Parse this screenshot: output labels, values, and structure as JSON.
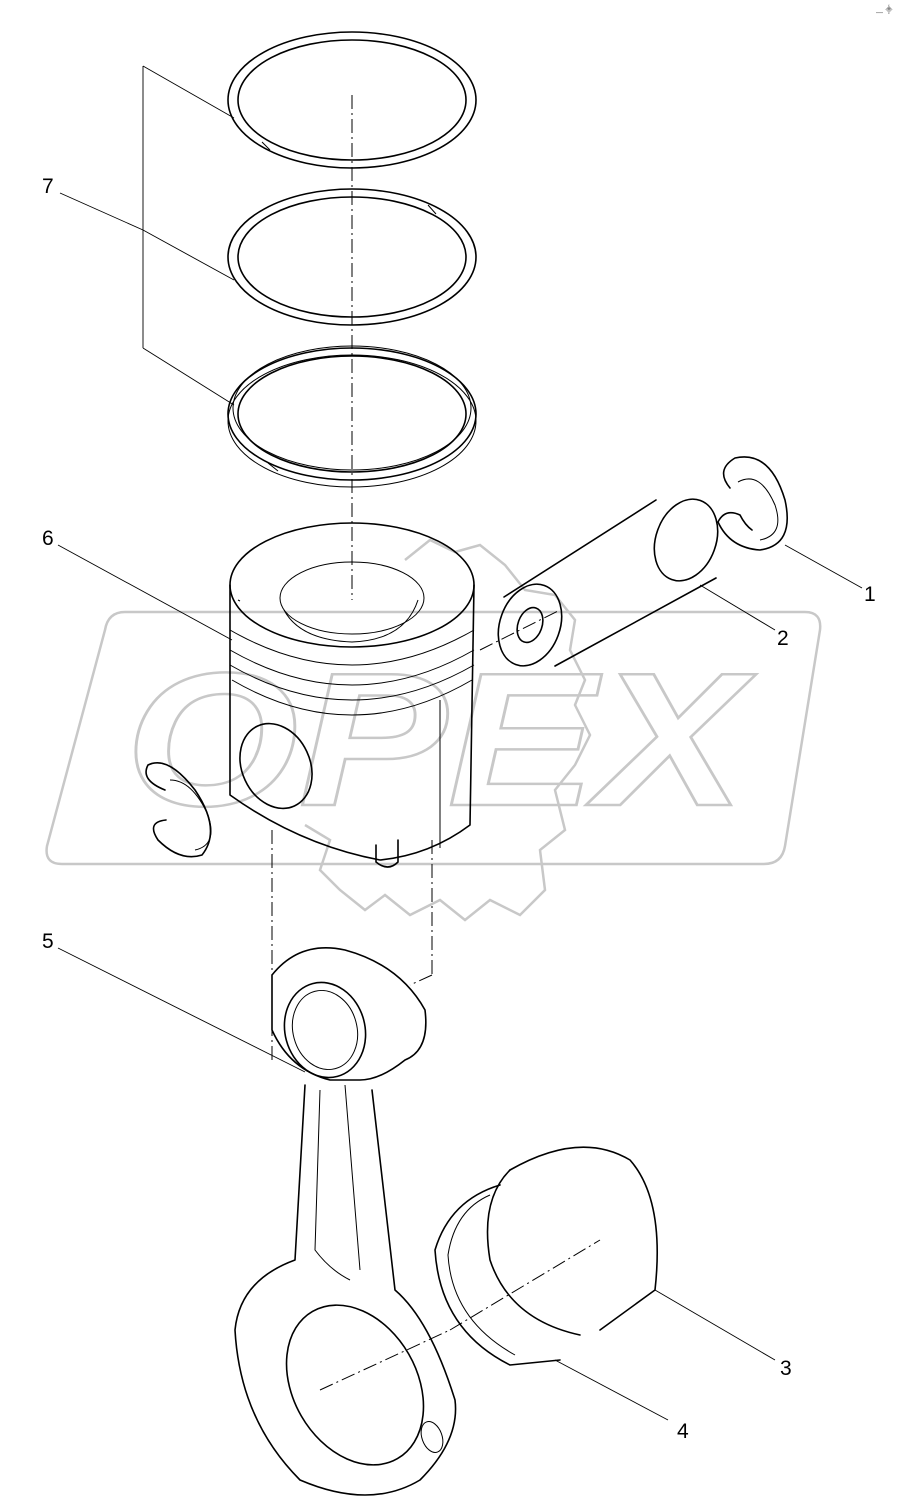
{
  "corner_mark": "⸏  ⸎",
  "watermark": {
    "text": "OPEX"
  },
  "callouts": [
    {
      "id": "callout-1",
      "label": "1"
    },
    {
      "id": "callout-2",
      "label": "2"
    },
    {
      "id": "callout-3",
      "label": "3"
    },
    {
      "id": "callout-4",
      "label": "4"
    },
    {
      "id": "callout-5",
      "label": "5"
    },
    {
      "id": "callout-6",
      "label": "6"
    },
    {
      "id": "callout-7",
      "label": "7"
    }
  ]
}
